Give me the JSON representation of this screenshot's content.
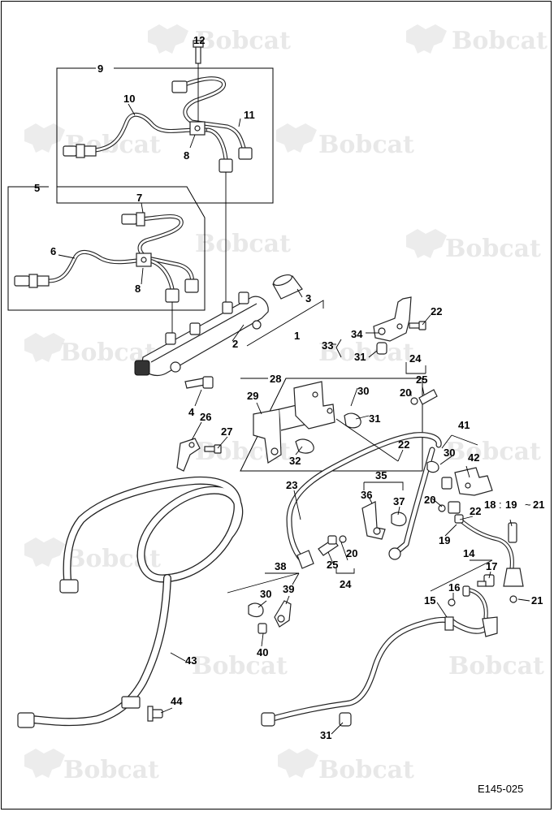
{
  "watermark": {
    "brand": "Bobcat"
  },
  "figure_code": "E145-025",
  "callouts": {
    "c1": "1",
    "c2": "2",
    "c3": "3",
    "c4": "4",
    "c5": "5",
    "c6": "6",
    "c7": "7",
    "c8a": "8",
    "c8b": "8",
    "c9": "9",
    "c10": "10",
    "c11": "11",
    "c12": "12",
    "c14": "14",
    "c15": "15",
    "c16": "16",
    "c17": "17",
    "c18": "18",
    "c19a": "19",
    "c19b": "19",
    "c20a": "20",
    "c20b": "20",
    "c20c": "20",
    "c21a": "21",
    "c21b": "21",
    "c22a": "22",
    "c22b": "22",
    "c22c": "22",
    "c23": "23",
    "c24a": "24",
    "c24b": "24",
    "c25a": "25",
    "c25b": "25",
    "c26": "26",
    "c27": "27",
    "c28": "28",
    "c29": "29",
    "c30a": "30",
    "c30b": "30",
    "c30c": "30",
    "c31a": "31",
    "c31b": "31",
    "c31c": "31",
    "c32": "32",
    "c33": "33",
    "c34": "34",
    "c35": "35",
    "c36": "36",
    "c37": "37",
    "c38": "38",
    "c39": "39",
    "c40": "40",
    "c41": "41",
    "c42": "42",
    "c43": "43",
    "c44": "44"
  },
  "range_marks": {
    "colon": ":",
    "tilde": "~"
  }
}
